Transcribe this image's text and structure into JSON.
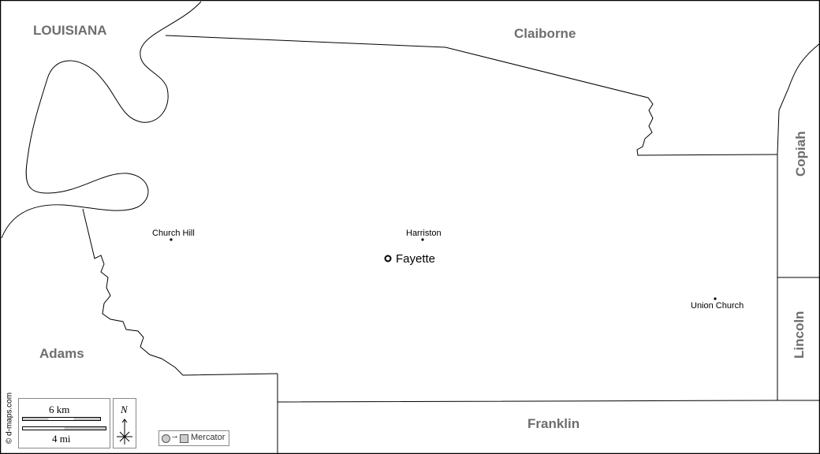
{
  "regions": {
    "louisiana": "LOUISIANA",
    "claiborne": "Claiborne",
    "copiah": "Copiah",
    "lincoln": "Lincoln",
    "franklin": "Franklin",
    "adams": "Adams"
  },
  "towns": {
    "church_hill": "Church Hill",
    "harriston": "Harriston",
    "fayette": "Fayette",
    "union_church": "Union Church"
  },
  "legend": {
    "scale_km": "6 km",
    "scale_mi": "4 mi",
    "north": "N",
    "projection": "Mercator",
    "copyright": "© d-maps.com"
  },
  "colors": {
    "region_label": "#6e6e6e",
    "scale_fill": "#cccccc"
  }
}
